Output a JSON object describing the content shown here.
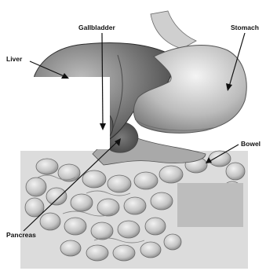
{
  "labels": {
    "gallbladder": "Gallbladder",
    "stomach": "Stomach",
    "liver": "Liver",
    "bowel": "Bowel",
    "pancreas": "Pancreas"
  }
}
